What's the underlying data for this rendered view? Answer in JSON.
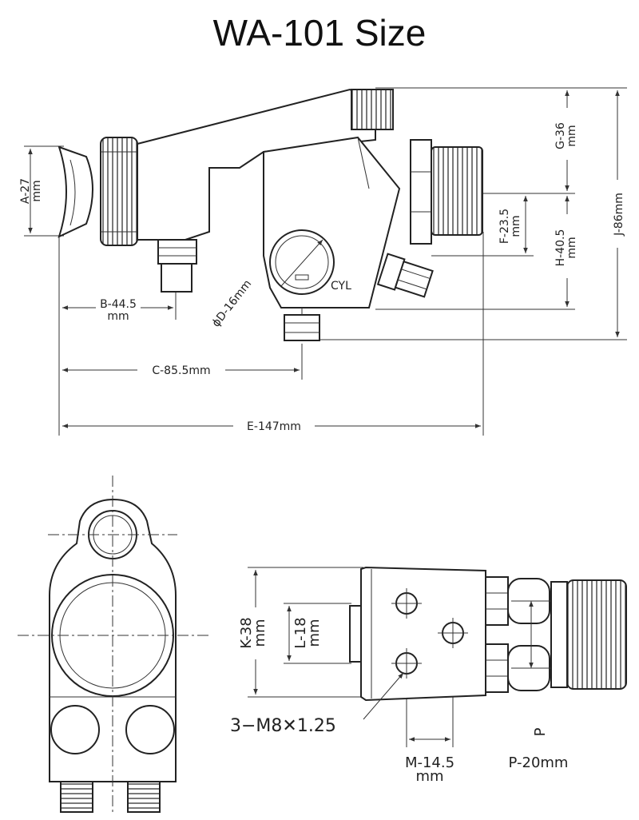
{
  "title": "WA-101 Size",
  "labels": {
    "cyl": "CYL"
  },
  "dimensions": {
    "a": {
      "label": "A-27",
      "unit": "mm"
    },
    "b": {
      "label": "B-44.5",
      "unit": "mm"
    },
    "c": {
      "label": "C-85.5mm"
    },
    "d": {
      "label": "ϕD-16mm"
    },
    "e": {
      "label": "E-147mm"
    },
    "f": {
      "label": "F-23.5",
      "unit": "mm"
    },
    "g": {
      "label": "G-36",
      "unit": "mm"
    },
    "h": {
      "label": "H-40.5",
      "unit": "mm"
    },
    "j": {
      "label": "J-86mm"
    },
    "k": {
      "label": "K-38",
      "unit": "mm"
    },
    "l": {
      "label": "L-18",
      "unit": "mm"
    },
    "m": {
      "label": "M-14.5",
      "unit": "mm"
    },
    "p": {
      "label": "P-20mm",
      "marker": "P"
    },
    "thread": {
      "label": "3−M8✕1.25"
    }
  }
}
